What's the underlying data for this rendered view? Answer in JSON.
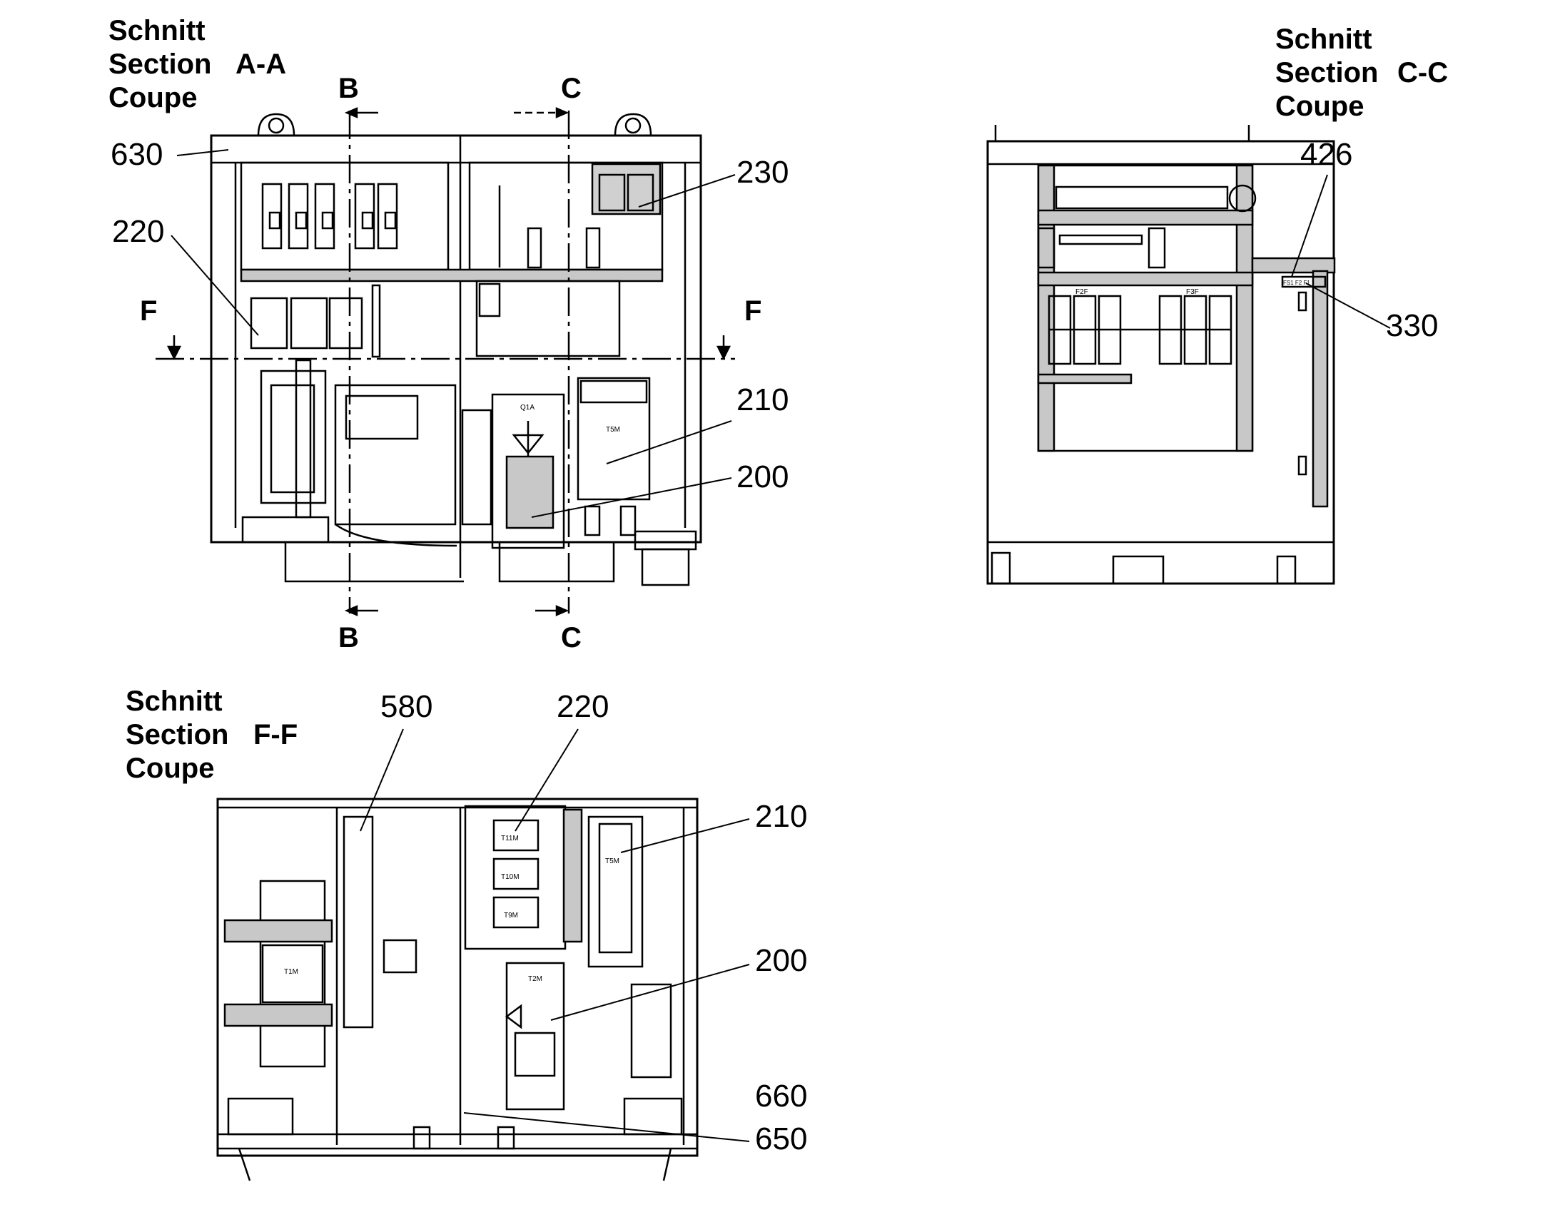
{
  "views": {
    "aa": {
      "title_de": "Schnitt",
      "title_en": "Section",
      "title_fr": "Coupe",
      "section_id": "A-A"
    },
    "cc": {
      "title_de": "Schnitt",
      "title_en": "Section",
      "title_fr": "Coupe",
      "section_id": "C-C"
    },
    "ff": {
      "title_de": "Schnitt",
      "title_en": "Section",
      "title_fr": "Coupe",
      "section_id": "F-F"
    }
  },
  "section_markers": {
    "b": "B",
    "c": "C",
    "f": "F"
  },
  "callouts": {
    "aa": [
      "630",
      "220",
      "230",
      "210",
      "200"
    ],
    "cc": [
      "426",
      "330"
    ],
    "ff": [
      "580",
      "220",
      "210",
      "200",
      "660",
      "650"
    ]
  },
  "component_labels": {
    "q1a": "Q1A",
    "t5m": "T5M",
    "f2f": "F2F",
    "f3f": "F3F",
    "fs": "FS1 F2 F1",
    "t11m": "T11M",
    "t10m": "T10M",
    "t9m": "T9M",
    "t1m": "T1M",
    "t2m": "T2M"
  }
}
